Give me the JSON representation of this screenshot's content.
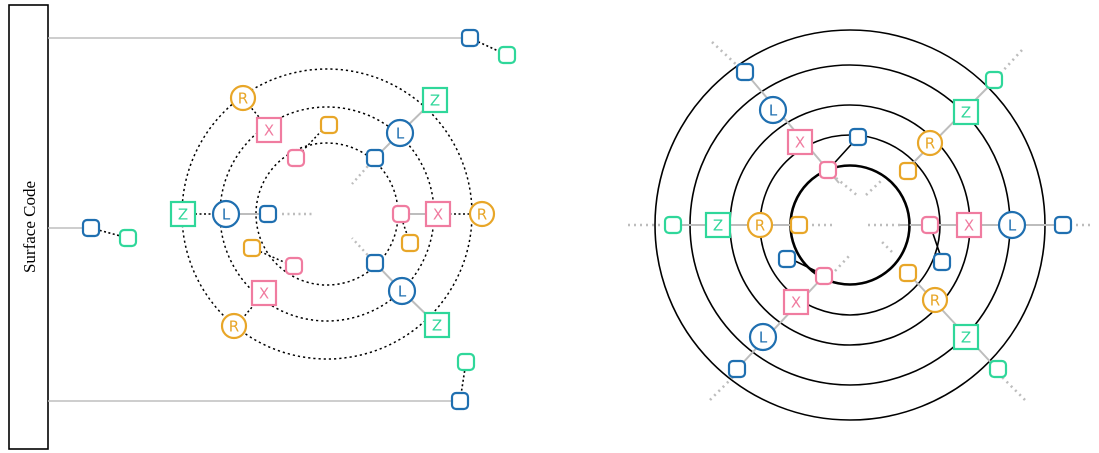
{
  "surface_code": {
    "label": "Surface Code"
  },
  "letters": {
    "R": "R",
    "X": "X",
    "Z": "Z",
    "L": "L"
  },
  "colors": {
    "blue": "#1f6fb0",
    "green": "#2fd79a",
    "pink": "#f07ca0",
    "orange": "#e8a628",
    "gray": "#bdbdbd",
    "black": "#000000"
  }
}
